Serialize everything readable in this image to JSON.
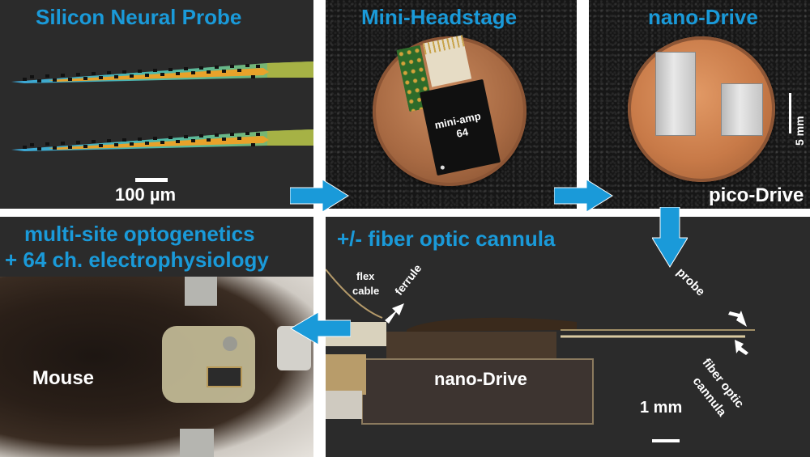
{
  "figure": {
    "accent_color": "#1a9ad9",
    "panels": {
      "probe": {
        "title": "Silicon Neural Probe",
        "scale_bar_label": "100 µm"
      },
      "headstage": {
        "title": "Mini-Headstage",
        "chip_label_line1": "mini-amp",
        "chip_label_line2": "64"
      },
      "drive": {
        "title": "nano-Drive",
        "scale_bar_label": "5 mm",
        "sub_label": "pico-Drive"
      },
      "mouse": {
        "title_line1": "multi-site optogenetics",
        "title_line2": "+ 64 ch. electrophysiology",
        "subject_label": "Mouse"
      },
      "assembly": {
        "title": "+/- fiber optic cannula",
        "labels": {
          "flex_cable_line1": "flex",
          "flex_cable_line2": "cable",
          "ferrule": "ferrule",
          "probe": "probe",
          "fiber_optic_line1": "fiber optic",
          "fiber_optic_line2": "cannula",
          "drive_body": "nano-Drive",
          "scale_bar_label": "1 mm"
        }
      }
    },
    "arrows": [
      {
        "from": "probe",
        "to": "headstage",
        "direction": "right"
      },
      {
        "from": "headstage",
        "to": "drive",
        "direction": "right"
      },
      {
        "from": "drive",
        "to": "assembly",
        "direction": "down"
      },
      {
        "from": "assembly",
        "to": "mouse",
        "direction": "left"
      }
    ]
  }
}
